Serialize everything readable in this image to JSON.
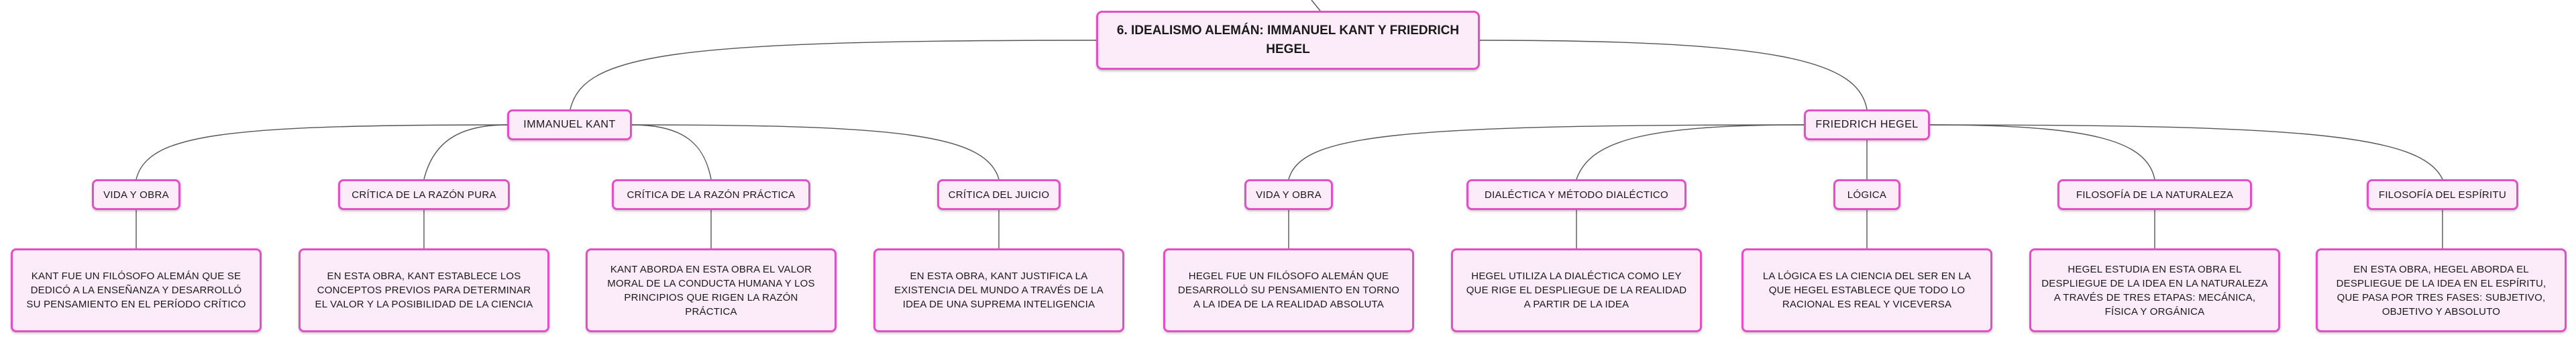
{
  "title": "6. IDEALISMO ALEMÁN: IMMANUEL KANT Y FRIEDRICH HEGEL",
  "branches": [
    {
      "label": "IMMANUEL KANT",
      "topics": [
        {
          "label": "VIDA Y OBRA",
          "description": "KANT FUE UN FILÓSOFO ALEMÁN QUE SE DEDICÓ A LA ENSEÑANZA Y DESARROLLÓ SU PENSAMIENTO EN EL PERÍODO CRÍTICO"
        },
        {
          "label": "CRÍTICA DE LA RAZÓN PURA",
          "description": "EN ESTA OBRA, KANT ESTABLECE LOS CONCEPTOS PREVIOS PARA DETERMINAR EL VALOR Y LA POSIBILIDAD DE LA CIENCIA"
        },
        {
          "label": "CRÍTICA DE LA RAZÓN PRÁCTICA",
          "description": "KANT ABORDA EN ESTA OBRA EL VALOR MORAL DE LA CONDUCTA HUMANA Y LOS PRINCIPIOS QUE RIGEN LA RAZÓN PRÁCTICA"
        },
        {
          "label": "CRÍTICA DEL JUICIO",
          "description": "EN ESTA OBRA, KANT JUSTIFICA LA EXISTENCIA DEL MUNDO A TRAVÉS DE LA IDEA DE UNA SUPREMA INTELIGENCIA"
        }
      ]
    },
    {
      "label": "FRIEDRICH HEGEL",
      "topics": [
        {
          "label": "VIDA Y OBRA",
          "description": "HEGEL FUE UN FILÓSOFO ALEMÁN QUE DESARROLLÓ SU PENSAMIENTO EN TORNO A LA IDEA DE LA REALIDAD ABSOLUTA"
        },
        {
          "label": "DIALÉCTICA Y MÉTODO DIALÉCTICO",
          "description": "HEGEL UTILIZA LA DIALÉCTICA COMO LEY QUE RIGE EL DESPLIEGUE DE LA REALIDAD A PARTIR DE LA IDEA"
        },
        {
          "label": "LÓGICA",
          "description": "LA LÓGICA ES LA CIENCIA DEL SER EN LA QUE HEGEL ESTABLECE QUE TODO LO RACIONAL ES REAL Y VICEVERSA"
        },
        {
          "label": "FILOSOFÍA DE LA NATURALEZA",
          "description": "HEGEL ESTUDIA EN ESTA OBRA EL DESPLIEGUE DE LA IDEA EN LA NATURALEZA A TRAVÉS DE TRES ETAPAS: MECÁNICA, FÍSICA Y ORGÁNICA"
        },
        {
          "label": "FILOSOFÍA DEL ESPÍRITU",
          "description": "EN ESTA OBRA, HEGEL ABORDA EL DESPLIEGUE DE LA IDEA EN EL ESPÍRITU, QUE PASA POR TRES FASES: SUBJETIVO, OBJETIVO Y ABSOLUTO"
        }
      ]
    }
  ]
}
